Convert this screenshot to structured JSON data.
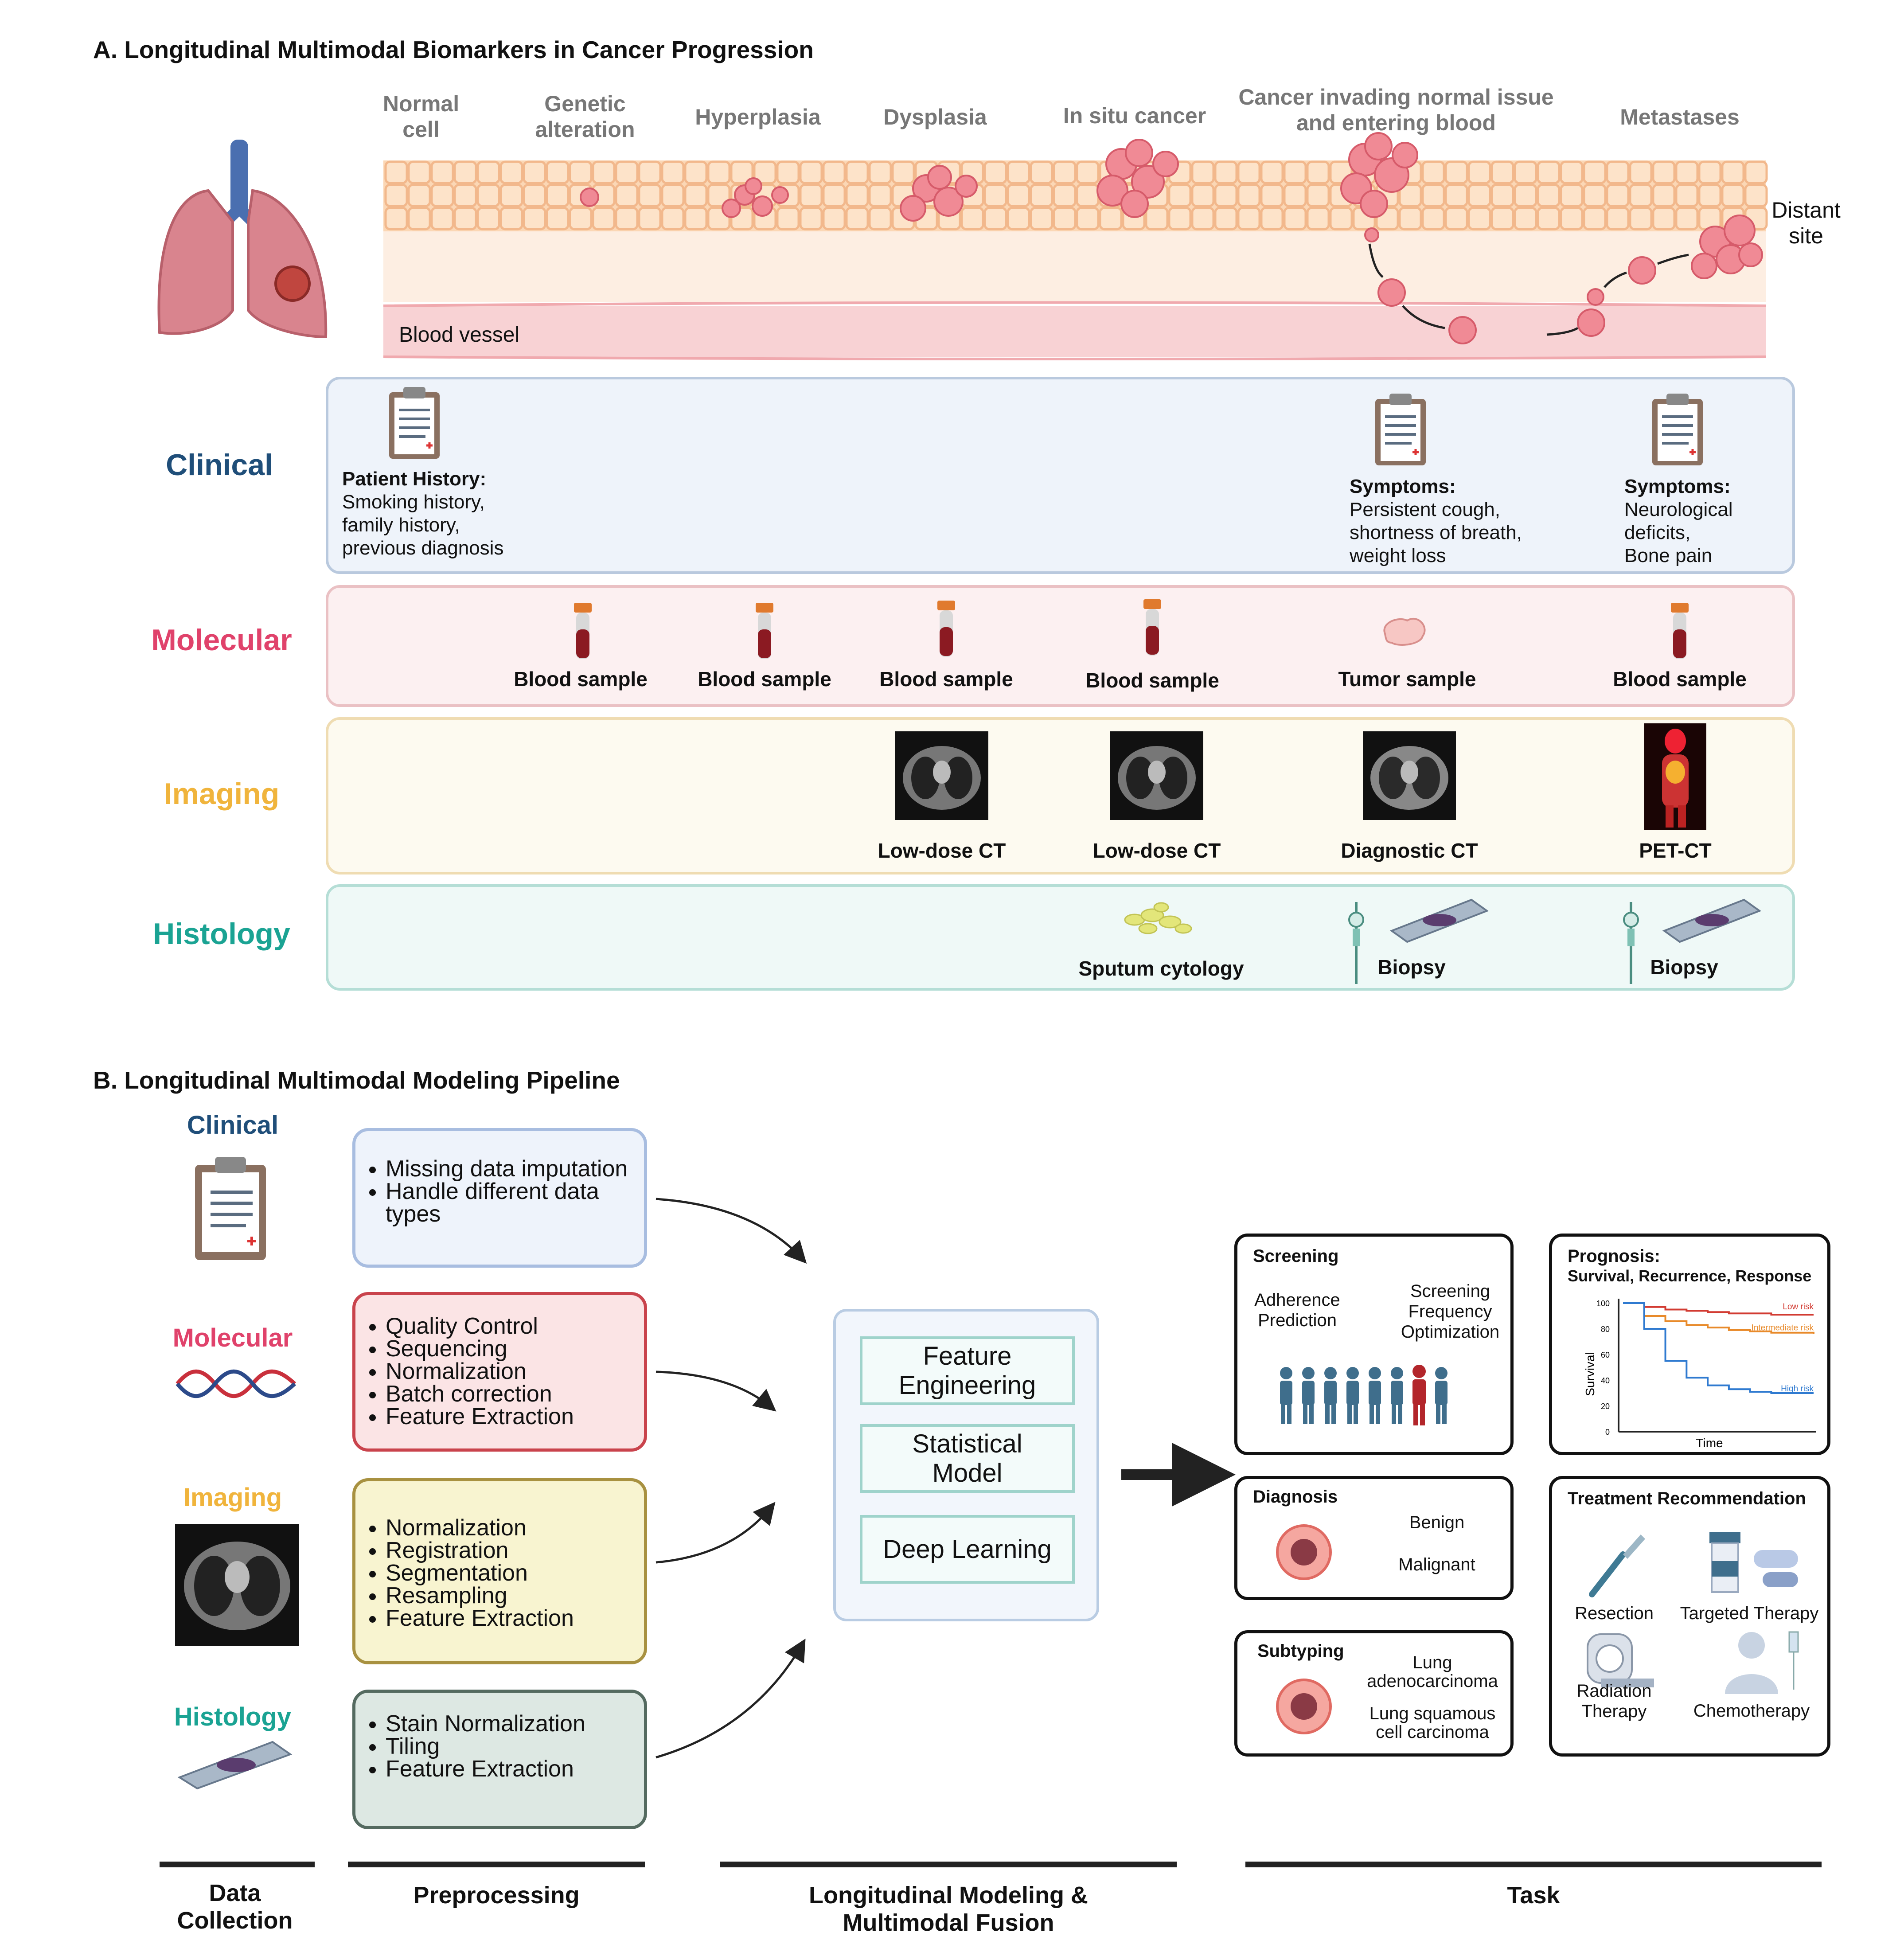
{
  "panel_a": {
    "title": "A. Longitudinal Multimodal Biomarkers in Cancer Progression",
    "stages": [
      "Normal cell",
      "Genetic alteration",
      "Hyperplasia",
      "Dysplasia",
      "In situ cancer",
      "Cancer invading normal issue and entering blood",
      "Metastases"
    ],
    "distant_site": "Distant site",
    "blood_vessel": "Blood vessel",
    "rows": {
      "clinical": "Clinical",
      "molecular": "Molecular",
      "imaging": "Imaging",
      "histology": "Histology"
    },
    "clinical_notes": [
      {
        "heading": "Patient History:",
        "lines": [
          "Smoking history,",
          "family history,",
          "previous diagnosis"
        ]
      },
      {
        "heading": "Symptoms:",
        "lines": [
          "Persistent cough,",
          "shortness of breath,",
          "weight loss"
        ]
      },
      {
        "heading": "Symptoms:",
        "lines": [
          "Neurological",
          "deficits,",
          "Bone pain"
        ]
      }
    ],
    "molecular_samples": [
      "Blood sample",
      "Blood sample",
      "Blood sample",
      "Blood sample",
      "Tumor sample",
      "Blood sample"
    ],
    "imaging_items": [
      "Low-dose CT",
      "Low-dose CT",
      "Diagnostic CT",
      "PET-CT"
    ],
    "histology_items": [
      "Sputum cytology",
      "Biopsy",
      "Biopsy"
    ]
  },
  "panel_b": {
    "title": "B. Longitudinal Multimodal Modeling Pipeline",
    "modalities": [
      "Clinical",
      "Molecular",
      "Imaging",
      "Histology"
    ],
    "preprocessing": {
      "clinical": [
        "Missing data imputation",
        "Handle different data types"
      ],
      "molecular": [
        "Quality Control",
        "Sequencing",
        "Normalization",
        "Batch correction",
        "Feature Extraction"
      ],
      "imaging": [
        "Normalization",
        "Registration",
        "Segmentation",
        "Resampling",
        "Feature Extraction"
      ],
      "histology": [
        "Stain Normalization",
        "Tiling",
        "Feature Extraction"
      ]
    },
    "fusion": [
      "Feature Engineering",
      "Statistical Model",
      "Deep Learning"
    ],
    "tasks": {
      "screening": {
        "title": "Screening",
        "left": "Adherence Prediction",
        "right": "Screening Frequency Optimization"
      },
      "prognosis": {
        "title": "Prognosis:",
        "subtitle": "Survival, Recurrence, Response",
        "ylabel": "Survival",
        "xlabel": "Time",
        "yticks": [
          "100",
          "80",
          "60",
          "40",
          "20",
          "0"
        ],
        "series_labels": [
          "Low risk",
          "Intermediate risk",
          "High risk"
        ]
      },
      "diagnosis": {
        "title": "Diagnosis",
        "options": [
          "Benign",
          "Malignant"
        ]
      },
      "treatment": {
        "title": "Treatment Recommendation",
        "options": [
          "Resection",
          "Targeted Therapy",
          "Radiation Therapy",
          "Chemotherapy"
        ]
      },
      "subtyping": {
        "title": "Subtyping",
        "options": [
          "Lung adenocarcinoma",
          "Lung squamous cell carcinoma"
        ]
      }
    },
    "columns": [
      "Data Collection",
      "Preprocessing",
      "Longitudinal Modeling & Multimodal Fusion",
      "Task"
    ]
  },
  "colors": {
    "clinical": "#1f4e79",
    "molecular": "#e0426b",
    "imaging": "#f0b43c",
    "histology": "#1aa393"
  },
  "chart_data": {
    "type": "line",
    "ylabel": "Survival",
    "xlabel": "Time",
    "ylim": [
      0,
      100
    ],
    "series": [
      {
        "name": "Low risk",
        "values": [
          100,
          97,
          95,
          94,
          93,
          92,
          92,
          91,
          91,
          91
        ]
      },
      {
        "name": "Intermediate risk",
        "values": [
          100,
          90,
          86,
          83,
          81,
          79,
          78,
          77,
          77,
          76
        ]
      },
      {
        "name": "High risk",
        "values": [
          100,
          80,
          55,
          42,
          36,
          33,
          31,
          30,
          30,
          30
        ]
      }
    ]
  }
}
